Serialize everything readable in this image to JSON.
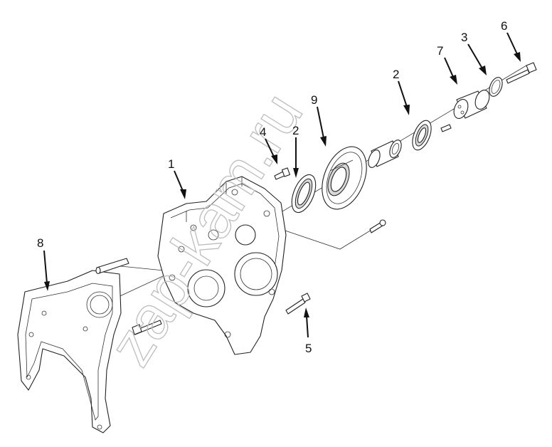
{
  "watermark": "zap-kam.ru",
  "callouts": [
    "1",
    "2",
    "2",
    "3",
    "4",
    "5",
    "6",
    "7",
    "8",
    "9"
  ]
}
